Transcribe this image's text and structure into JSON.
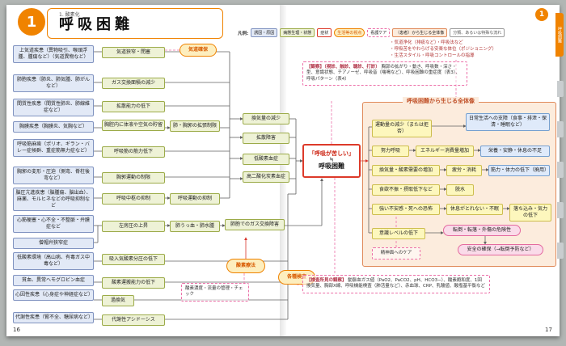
{
  "colors": {
    "accent_orange": "#f08300",
    "cause_blue": "#e2e9f6",
    "patho_green": "#eef2d6",
    "symptom_red": "#dd3a2a",
    "care_pink": "#ec6fa8",
    "panel_salmon": "#fcecdd"
  },
  "page": {
    "chapter_badge": "1",
    "chapter_label": "1. 酸素化",
    "title": "呼吸困難",
    "corner_badge": "1",
    "side_tab": "呼吸困難",
    "page_number_left": "16",
    "page_number_right": "17"
  },
  "legend": {
    "label": "凡例:",
    "items": [
      "誘因・原因",
      "病態生理・状態",
      "症状",
      "生活等の視点",
      "看護ケア",
      "（患者）から生じる全体像",
      "分類、あるいは特殊な流れ"
    ]
  },
  "flow": {
    "causes": [
      "上気道疾患（異物吸引、喉頭浮腫、腫瘍など）（気道異物など）",
      "肺胞疾患（肺炎、肺気腫、肺がんなど）",
      "間質性疾患（間質性肺炎、肺線維症など）",
      "胸膜疾患（胸膜炎、気胸など）",
      "呼吸筋麻痺（ポリオ、ギラン・バレー症候群、重症筋無力症など）",
      "胸郭の変形・圧迫（側弯、脊柱後弯など）",
      "脳圧亢進疾患（脳腫瘍、脳出血）、麻薬、モルヒネなどの呼吸抑制など",
      "心筋梗塞・心不全・不整脈・弁膜症など",
      "僧帽弁狭窄症",
      "低酸素環境（高山病、有毒ガス中毒など）",
      "貧血、異常ヘモグロビン血症",
      "心因性疾患（心身症や神経症など）",
      "代謝性疾患（腎不全、糖尿病など）"
    ],
    "patho": [
      "気道狭窄・閉塞",
      "ガス交換面積の減少",
      "拡散能力の低下",
      "胸腔内に体液や空気の貯留",
      "肺・胸郭の拡張制限",
      "呼吸筋の筋力低下",
      "胸郭運動の制限",
      "呼吸中枢の抑制",
      "呼吸運動の抑制",
      "左房圧の上昇",
      "肺うっ血・肺水腫",
      "肺胞でのガス交換障害",
      "吸入気酸素分圧の低下",
      "酸素運搬能力の低下",
      "過換気",
      "代謝性アシドーシス"
    ],
    "mid": [
      "換気量の減少",
      "拡散障害",
      "低酸素血症",
      "高二酸化炭素血症"
    ],
    "symptom": {
      "quote": "「呼吸が苦しい」",
      "equiv": "≒",
      "label": "呼吸困難"
    },
    "ovals": [
      "気道確保",
      "酸素療法",
      "各種検査"
    ]
  },
  "care": {
    "observation_title": "【観察】（視診、触診、聴診、打診）",
    "observation_body": "胸郭の拡がり・動き、呼吸数・深さ・型、意識状態、チアノーゼ、呼吸音（喘鳴など）、呼吸困難の重症度（表3）、呼吸パターン（表4）",
    "bullets": [
      "・気道浄化（排痰など）・呼吸法など",
      "・呼吸苦をやわらげる安楽な体位（ポジショニング）",
      "・生活スタイル・呼吸コントロールの指導"
    ],
    "oxygen": "酸素濃度・流量の管理・チェック",
    "exam_title": "【検査所見の観察】",
    "exam_body": "動脈血ガス値（PaO2、PaCO2、pH、HCO3−）、酸素飽和度、1回換気量、胸部X線、呼吸機能検査（肺活量など）、赤血球、CRP、乳酸値、酸塩基平衡など",
    "mental": "精神面へのケア"
  },
  "panel": {
    "title": "呼吸困難から生じる全体像",
    "nodes": [
      "運動量の減少（または拒否）",
      "日常生活への支障（食事・排泄・保清・睡眠など）",
      "努力呼吸",
      "エネルギー消費量増加",
      "栄養・安静・休息の不足",
      "換気量・酸素需要の増加",
      "疲労・消耗",
      "筋力・体力の低下（廃用）",
      "食欲不振・摂取低下など",
      "脱水",
      "強い不安感・死への恐怖",
      "休息がとれない・不眠",
      "落ち込み・気力の低下",
      "意識レベルの低下",
      "転倒・転落・外傷の危険性",
      "安全の確保（→転倒予防など）"
    ]
  }
}
